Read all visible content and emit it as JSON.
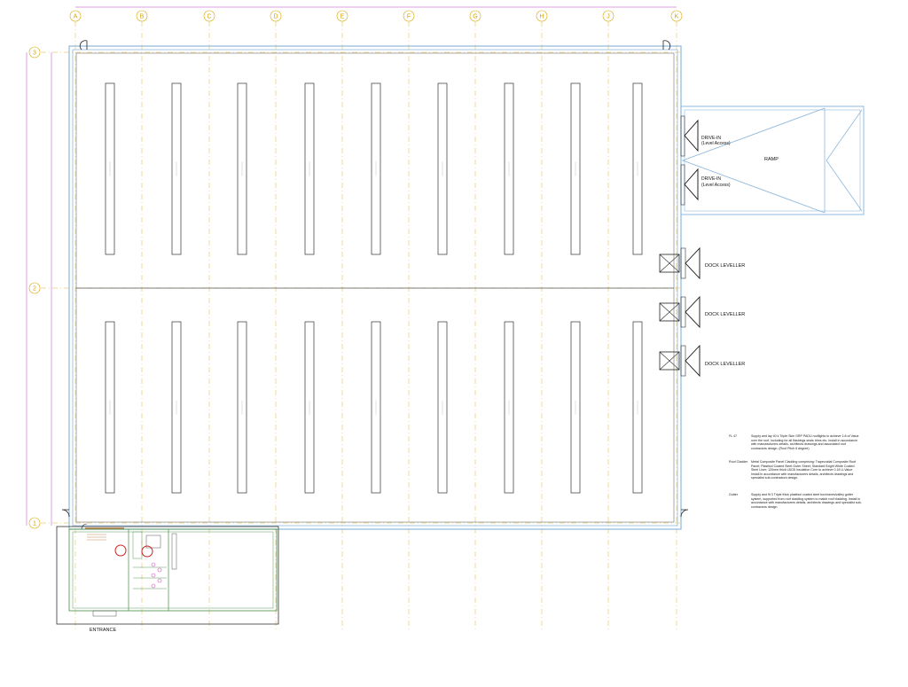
{
  "grid": {
    "columns": [
      "A",
      "B",
      "C",
      "D",
      "E",
      "F",
      "G",
      "H",
      "J",
      "K"
    ],
    "rows": [
      "3",
      "2",
      "1"
    ]
  },
  "dock_labels": [
    "DOCK LEVELLER",
    "DOCK LEVELLER",
    "DOCK LEVELLER"
  ],
  "drive_in": [
    {
      "line1": "DRIVE-IN",
      "line2": "(Level Access)"
    },
    {
      "line1": "DRIVE-IN",
      "line2": "(Level Access)"
    }
  ],
  "ramp_label": "RAMP",
  "entrance_label": "ENTRANCE",
  "notes": [
    {
      "key": "FL 47",
      "text": "Supply and lay 40 k Triple Skin GRP PADU rooflights to achieve 1:8 of Value over the roof, including for all flashings seals trims etc. Install in accordance with manufacturers details, architects drawings and associated roof contractors design. (Roof Pitch 6 degree)"
    },
    {
      "key": "Roof Cladder",
      "text": "Metal Composite Panel Cladding comprising: Trapezoidal Composite Roof Panel; Plastisol Coated Steel Outer Sheet; Standard Bright White Coated Steel Liner; 120mm thick LBCB Insulation Core to achieve 0.18 U-Value. Install in accordance with manufacturers details, architects drawings and specialist sub-contractors design."
    },
    {
      "key": "Gutter",
      "text": "Supply and fit 3 Triple thick plastisol coated steel box/eaves/valley gutter system, supported from roof cladding system to match roof cladding. Install in accordance with manufacturers details, architects drawings and specialist sub-contractors design."
    }
  ],
  "colors": {
    "wall": "#8fb8dc",
    "line": "#333333",
    "grid": "#d7a400",
    "dimension": "#c040c0",
    "office": "#5a9a5a",
    "sanitary": "#d050c0",
    "emergency": "#cc2222"
  }
}
